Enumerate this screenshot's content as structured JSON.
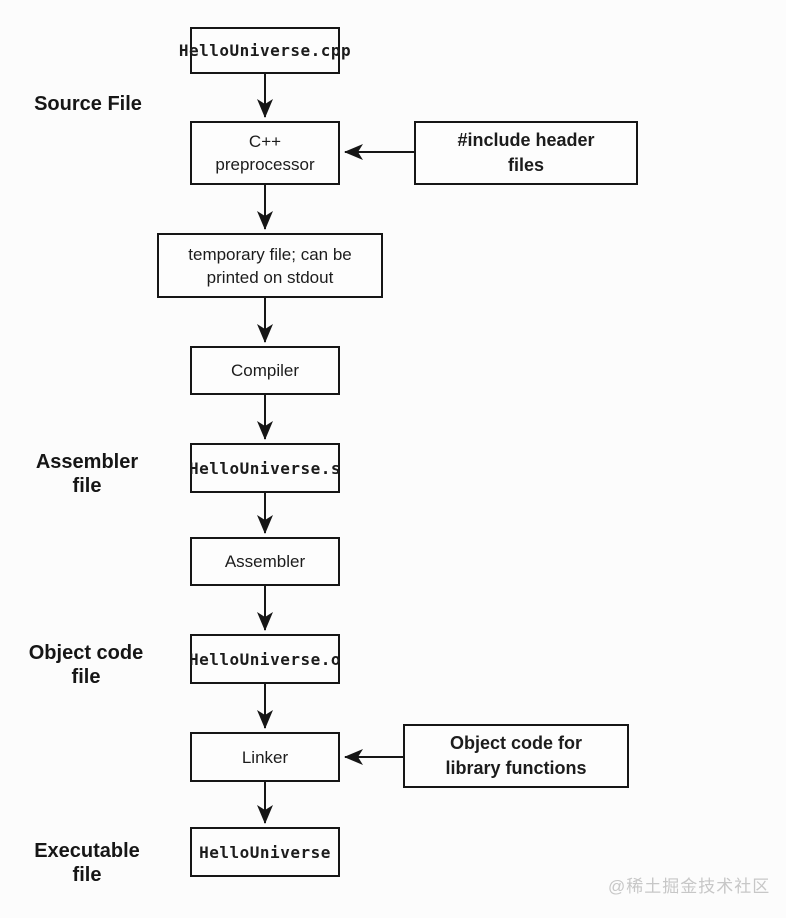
{
  "diagram_title": "C++ build pipeline flowchart",
  "nodes": {
    "cpp_file": {
      "label": "HelloUniverse.cpp"
    },
    "preprocessor": {
      "label": "C++\npreprocessor"
    },
    "temp_file": {
      "label": "temporary file; can be\nprinted on stdout"
    },
    "compiler": {
      "label": "Compiler"
    },
    "asm_file": {
      "label": "HelloUniverse.s"
    },
    "assembler": {
      "label": "Assembler"
    },
    "obj_file": {
      "label": "HelloUniverse.o"
    },
    "linker": {
      "label": "Linker"
    },
    "exe_file": {
      "label": "HelloUniverse"
    },
    "include_headers": {
      "label": "#include header\nfiles"
    },
    "lib_objects": {
      "label": "Object code for\nlibrary functions"
    }
  },
  "stage_labels": {
    "source": "Source File",
    "assembler": "Assembler\nfile",
    "object": "Object code\nfile",
    "executable": "Executable\nfile"
  },
  "edges": [
    {
      "from": "cpp_file",
      "to": "preprocessor"
    },
    {
      "from": "include_headers",
      "to": "preprocessor"
    },
    {
      "from": "preprocessor",
      "to": "temp_file"
    },
    {
      "from": "temp_file",
      "to": "compiler"
    },
    {
      "from": "compiler",
      "to": "asm_file"
    },
    {
      "from": "asm_file",
      "to": "assembler"
    },
    {
      "from": "assembler",
      "to": "obj_file"
    },
    {
      "from": "obj_file",
      "to": "linker"
    },
    {
      "from": "lib_objects",
      "to": "linker"
    },
    {
      "from": "linker",
      "to": "exe_file"
    }
  ],
  "watermark": "@稀土掘金技术社区",
  "colors": {
    "border": "#161616",
    "arrow": "#161616",
    "background": "#fcfcfc",
    "watermark": "#c7c7c7"
  }
}
